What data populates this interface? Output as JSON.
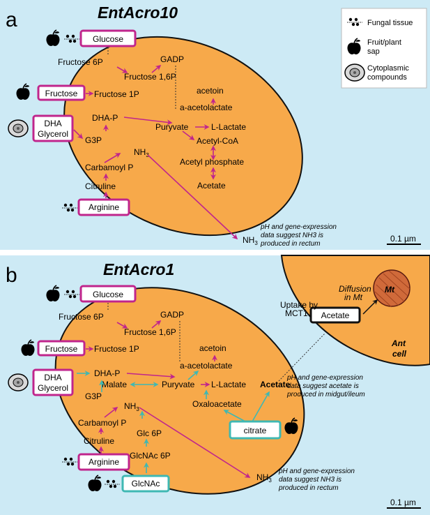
{
  "panel_a": {
    "letter": "a",
    "title": "EntAcro10",
    "inputs": {
      "glucose": "Glucose",
      "fructose": "Fructose",
      "dha": "DHA",
      "glycerol": "Glycerol",
      "arginine": "Arginine"
    },
    "metabolites": {
      "fructose6p": "Fructose 6P",
      "fructose16p": "Fructose 1,6P",
      "gadp": "GADP",
      "fructose1p": "Fructose 1P",
      "acetoin": "acetoin",
      "aacetolactate": "a-acetolactate",
      "dhap": "DHA-P",
      "g3p": "G3P",
      "puryvate": "Puryvate",
      "llactate": "L-Lactate",
      "acetylcoa": "Acetyl-CoA",
      "nh3": "NH",
      "carbamoylp": "Carbamoyl P",
      "acetylphosphate": "Acetyl phosphate",
      "citruline": "Citruline",
      "acetate": "Acetate",
      "nh3out": "NH"
    },
    "subscript3": "3",
    "note": [
      "pH and gene-expression",
      "data suggest NH3 is",
      "produced in rectum"
    ],
    "scale": "0.1 µm"
  },
  "panel_b": {
    "letter": "b",
    "title": "EntAcro1",
    "inputs": {
      "glucose": "Glucose",
      "fructose": "Fructose",
      "dha": "DHA",
      "glycerol": "Glycerol",
      "arginine": "Arginine",
      "glcnac": "GlcNAc",
      "citrate": "citrate"
    },
    "metabolites": {
      "fructose6p": "Fructose 6P",
      "fructose16p": "Fructose 1,6P",
      "gadp": "GADP",
      "fructose1p": "Fructose 1P",
      "acetoin": "acetoin",
      "aacetolactate": "a-acetolactate",
      "dhap": "DHA-P",
      "malate": "Malate",
      "puryvate": "Puryvate",
      "llactate": "L-Lactate",
      "g3p": "G3P",
      "oxaloacetate": "Oxaloacetate",
      "nh3": "NH",
      "carbamoylp": "Carbamoyl P",
      "glc6p": "Glc 6P",
      "citruline": "Citruline",
      "glcnac6p": "GlcNAc 6P",
      "acetate_out": "Acetate",
      "nh3out": "NH"
    },
    "subscript3": "3",
    "ant": {
      "uptake": [
        "Uptake by",
        "MCT1"
      ],
      "acetate": "Acetate",
      "diffusion": [
        "Diffusion",
        "in Mt"
      ],
      "mt": "Mt",
      "cell": [
        "Ant",
        "cell"
      ]
    },
    "note_acetate": [
      "pH and gene-expression",
      "data suggest acetate is",
      "produced in midgut/ileum"
    ],
    "note_nh3": [
      "pH and gene-expression",
      "data suggest NH3 is",
      "produced in rectum"
    ],
    "scale": "0.1 µm"
  },
  "legend": {
    "fungal": "Fungal tissue",
    "fruit": [
      "Fruit/plant",
      "sap"
    ],
    "cyto": [
      "Cytoplasmic",
      "compounds"
    ]
  },
  "colors": {
    "background": "#cdeaf5",
    "cell": "#f7a94a",
    "magenta": "#c0258c",
    "teal": "#3fb8b3",
    "outline": "#111111"
  }
}
